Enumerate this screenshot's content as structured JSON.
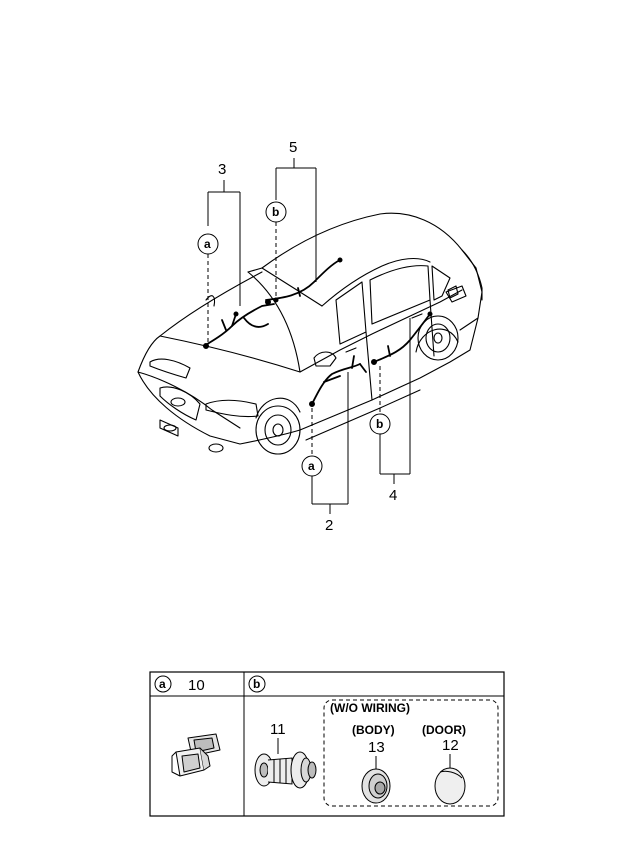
{
  "callouts": {
    "num_3": "3",
    "num_5": "5",
    "num_2": "2",
    "num_4": "4",
    "circle_a": "a",
    "circle_b": "b"
  },
  "legend": {
    "cell_a_letter": "a",
    "cell_a_part": "10",
    "cell_b_letter": "b",
    "part_11": "11",
    "wo_wiring": "(W/O WIRING)",
    "body_label": "(BODY)",
    "door_label": "(DOOR)",
    "part_13": "13",
    "part_12": "12"
  },
  "colors": {
    "line": "#000000",
    "background": "#ffffff",
    "grommet_fill": "#d8d8d8"
  }
}
